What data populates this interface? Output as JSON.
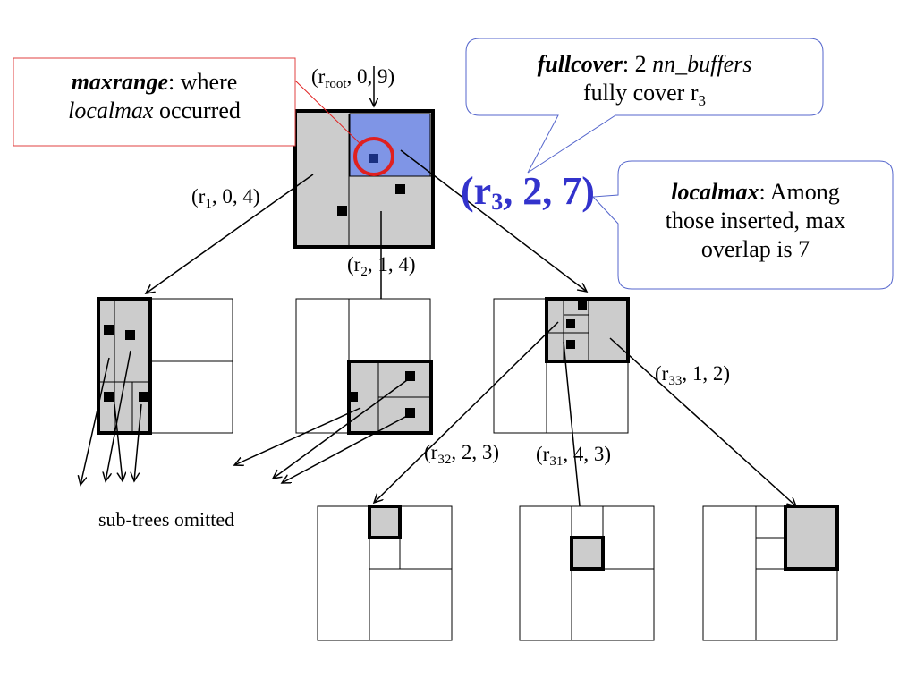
{
  "callouts": {
    "maxrange": {
      "term": "maxrange",
      "line1_rest": ": where",
      "line2_em": "localmax",
      "line2_rest": " occurred"
    },
    "fullcover": {
      "term": "fullcover",
      "line1_mid": ": 2 ",
      "line1_em": "nn_buffers",
      "line2_pre": "fully cover r",
      "line2_sub": "3"
    },
    "localmax": {
      "term": "localmax",
      "line1_rest": ": Among",
      "line2": "those inserted, max",
      "line3": "overlap is 7"
    }
  },
  "labels": {
    "root": {
      "pre": "(r",
      "sub": "root",
      "post": ", 0, 9)"
    },
    "r1": {
      "pre": "(r",
      "sub": "1",
      "post": ", 0, 4)"
    },
    "r2": {
      "pre": "(r",
      "sub": "2",
      "post": ", 1, 4)"
    },
    "r3": {
      "pre": "(r",
      "sub": "3",
      "post": ", 2, 7)"
    },
    "r33": {
      "pre": "(r",
      "sub": "33",
      "post": ", 1, 2)"
    },
    "r32": {
      "pre": "(r",
      "sub": "32",
      "post": ", 2, 3)"
    },
    "r31": {
      "pre": "(r",
      "sub": "31",
      "post": ", 4, 3)"
    },
    "omitted": "sub-trees omitted"
  },
  "colors": {
    "highlight_blue": "#7f95e6",
    "accent_red": "#e02020",
    "callout_border_red": "#e04040",
    "callout_border_blue": "#5566cc",
    "big_label_blue": "#3333cc",
    "node_fill_gray": "#cccccc"
  }
}
